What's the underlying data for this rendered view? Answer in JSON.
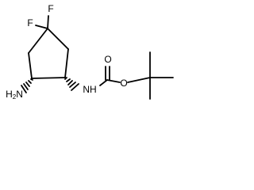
{
  "molecule": {
    "atoms": {
      "fluorine_top": "F",
      "fluorine_left": "F",
      "amine_nh": "NH",
      "carbonyl_oxygen": "O",
      "ester_oxygen": "O",
      "amino_h": "H",
      "amino_h_count": "2",
      "amino_n": "N"
    },
    "colors": {
      "line": "#000000",
      "background": "#ffffff"
    },
    "stereo": {
      "c1": "hashed-wedge",
      "c2": "hashed-wedge"
    }
  }
}
